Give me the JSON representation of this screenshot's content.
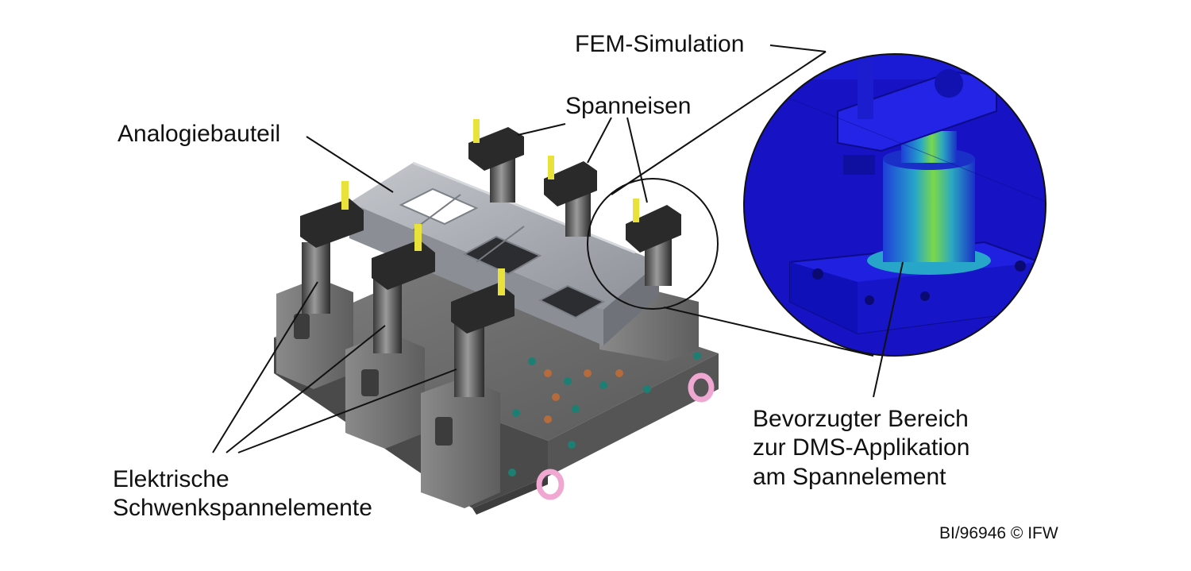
{
  "callouts": {
    "fem_simulation": "FEM-Simulation",
    "spanneisen": "Spanneisen",
    "analogiebauteil": "Analogiebauteil",
    "elektrische_line1": "Elektrische",
    "elektrische_line2": "Schwenkspannelemente",
    "bereich_line1": "Bevorzugter Bereich",
    "bereich_line2": "zur DMS-Applikation",
    "bereich_line3": "am Spannelement"
  },
  "credit": "BI/96946 © IFW",
  "colors": {
    "fem_background": "#1b1bd6",
    "fem_hotspot": "#7ad84a",
    "base_plate": "#6e6e6e",
    "clamp_arm": "#2a2a2a",
    "bolt": "#e8e23a",
    "part": "#a9adb4",
    "ring_bolt": "#f0a8d2"
  }
}
